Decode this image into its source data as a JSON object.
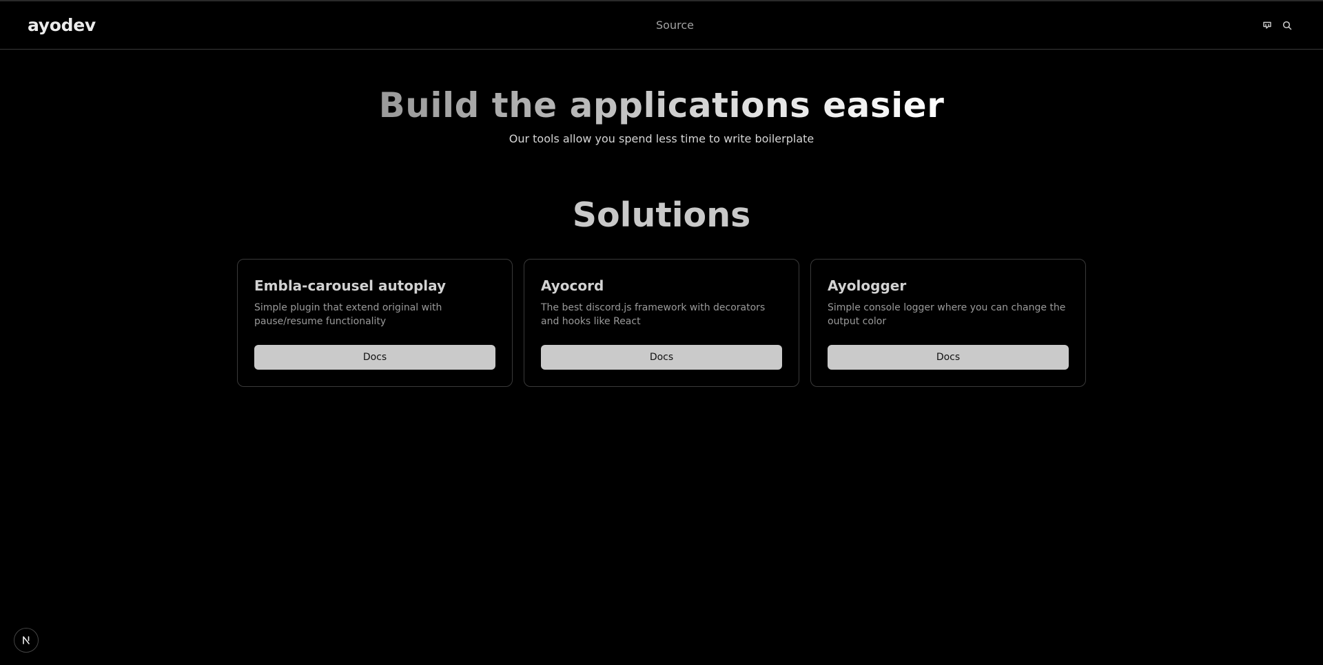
{
  "header": {
    "logo": "ayodev",
    "nav_link": "Source",
    "icons": [
      "github-icon",
      "search-icon"
    ]
  },
  "hero": {
    "title": "Build the applications easier",
    "subtitle": "Our tools allow you spend less time to write boilerplate"
  },
  "solutions": {
    "title": "Solutions",
    "cards": [
      {
        "title": "Embla-carousel autoplay",
        "description": "Simple plugin that extend original with pause/resume functionality",
        "button": "Docs"
      },
      {
        "title": "Ayocord",
        "description": "The best discord.js framework with decorators and hooks like React",
        "button": "Docs"
      },
      {
        "title": "Ayologger",
        "description": "Simple console logger where you can change the output color",
        "button": "Docs"
      }
    ]
  },
  "badge": {
    "letter": "N",
    "icon": "nextjs-icon"
  },
  "colors": {
    "background": "#000000",
    "button": "#cacaca",
    "border": "#3a3a3a"
  }
}
